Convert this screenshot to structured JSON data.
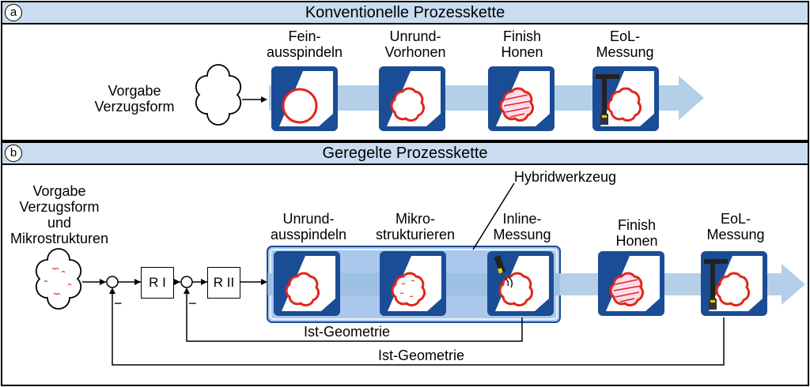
{
  "panel_a": {
    "badge": "a",
    "title": "Konventionelle Prozesskette",
    "input_label": "Vorgabe\nVerzugsform",
    "steps": [
      {
        "label": "Fein-\nausspindeln",
        "icon": "round-bore-icon"
      },
      {
        "label": "Unrund-\nVorhonen",
        "icon": "cloverleaf-bore-icon"
      },
      {
        "label": "Finish\nHonen",
        "icon": "honed-bore-icon"
      },
      {
        "label": "EoL-\nMessung",
        "icon": "measurement-gauge-icon"
      }
    ]
  },
  "panel_b": {
    "badge": "b",
    "title": "Geregelte Prozesskette",
    "input_label": "Vorgabe\nVerzugsform\nund\nMikrostrukturen",
    "controllers": [
      "R I",
      "R II"
    ],
    "hybrid_label": "Hybridwerkzeug",
    "steps": [
      {
        "label": "Unrund-\nausspindeln",
        "icon": "cloverleaf-bore-icon"
      },
      {
        "label": "Mikro-\nstrukturieren",
        "icon": "cloverleaf-bore-icon"
      },
      {
        "label": "Inline-\nMessung",
        "icon": "inline-sensor-icon"
      },
      {
        "label": "Finish\nHonen",
        "icon": "honed-bore-icon"
      },
      {
        "label": "EoL-\nMessung",
        "icon": "measurement-gauge-icon"
      }
    ],
    "feedback_inner": "Ist-Geometrie",
    "feedback_outer": "Ist-Geometrie",
    "minus_sign": "−"
  },
  "colors": {
    "header_bg": "#c9dcf0",
    "tile_bg": "#1b4c96",
    "arrow": "#b4cfe8",
    "hybrid_bg": "#a9c8ec",
    "bore_outline": "#e0261b"
  }
}
